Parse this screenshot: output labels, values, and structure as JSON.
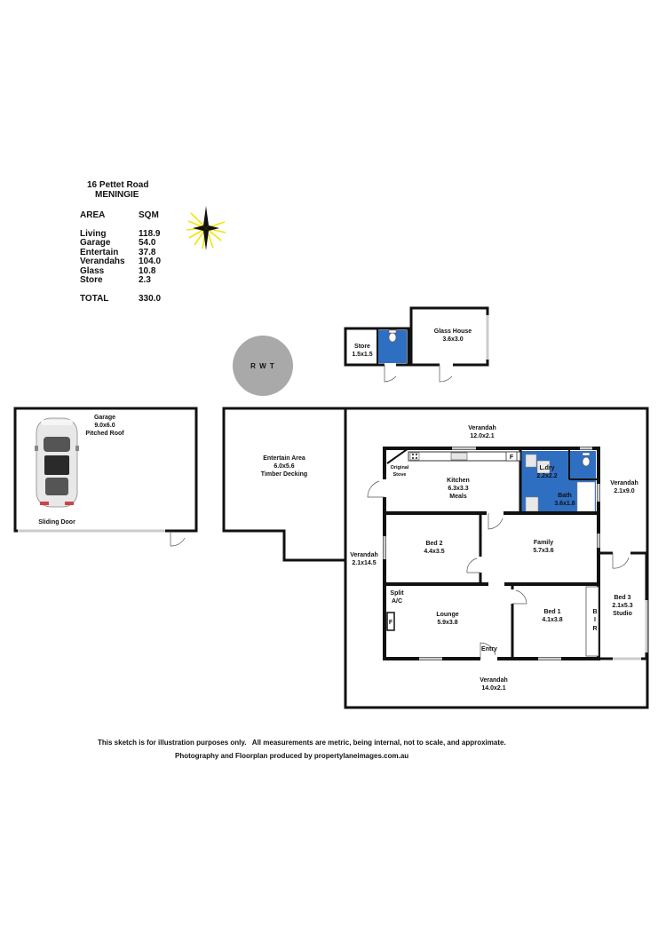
{
  "header": {
    "address": "16 Pettet Road",
    "town": "MENINGIE"
  },
  "area_table": {
    "col_area": "AREA",
    "col_sqm": "SQM",
    "rows": [
      {
        "name": "Living",
        "value": "118.9"
      },
      {
        "name": "Garage",
        "value": "54.0"
      },
      {
        "name": "Entertain",
        "value": "37.8"
      },
      {
        "name": "Verandahs",
        "value": "104.0"
      },
      {
        "name": "Glass",
        "value": "10.8"
      },
      {
        "name": "Store",
        "value": "2.3"
      }
    ],
    "total_label": "TOTAL",
    "total_value": "330.0"
  },
  "rwt": "R W T",
  "rooms": {
    "store": {
      "name": "Store",
      "dims": "1.5x1.5"
    },
    "glass_house": {
      "name": "Glass House",
      "dims": "3.6x3.0"
    },
    "garage": {
      "name": "Garage",
      "dims": "9.0x6.0",
      "note": "Pitched Roof"
    },
    "sliding_door": "Sliding Door",
    "entertain": {
      "name": "Entertain Area",
      "dims": "6.0x5.6",
      "note": "Timber Decking"
    },
    "verandah_top": {
      "name": "Verandah",
      "dims": "12.0x2.1"
    },
    "verandah_right": {
      "name": "Verandah",
      "dims": "2.1x9.0"
    },
    "verandah_left": {
      "name": "Verandah",
      "dims": "2.1x14.5"
    },
    "verandah_bottom": {
      "name": "Verandah",
      "dims": "14.0x2.1"
    },
    "original_stove": {
      "line1": "Original",
      "line2": "Stove"
    },
    "kitchen": {
      "name": "Kitchen",
      "dims": "6.3x3.3",
      "note": "Meals"
    },
    "laundry": {
      "name": "L.dry",
      "dims": "2.2x2.2"
    },
    "bath": {
      "name": "Bath",
      "dims": "3.6x1.8"
    },
    "bed2": {
      "name": "Bed 2",
      "dims": "4.4x3.5"
    },
    "family": {
      "name": "Family",
      "dims": "5.7x3.6"
    },
    "bed3": {
      "name": "Bed 3",
      "dims": "2.1x5.3",
      "note": "Studio"
    },
    "split_ac": {
      "line1": "Split",
      "line2": "A/C"
    },
    "lounge": {
      "name": "Lounge",
      "dims": "5.9x3.8"
    },
    "entry": "Entry",
    "bed1": {
      "name": "Bed 1",
      "dims": "4.1x3.8"
    },
    "bir": [
      "B",
      "I",
      "R"
    ],
    "fireplace_f": "F",
    "kitchen_f": "F"
  },
  "footer": {
    "disclaimer": "This sketch is for illustration purposes only.   All measurements are metric, being internal, not to scale, and approximate.",
    "credit": "Photography and Floorplan produced by propertylaneimages.com.au"
  },
  "colors": {
    "wet_area": "#2f6fc2",
    "rwt_fill": "#a9a9a9",
    "compass_rays": "#f2e600",
    "wall": "#111111"
  }
}
